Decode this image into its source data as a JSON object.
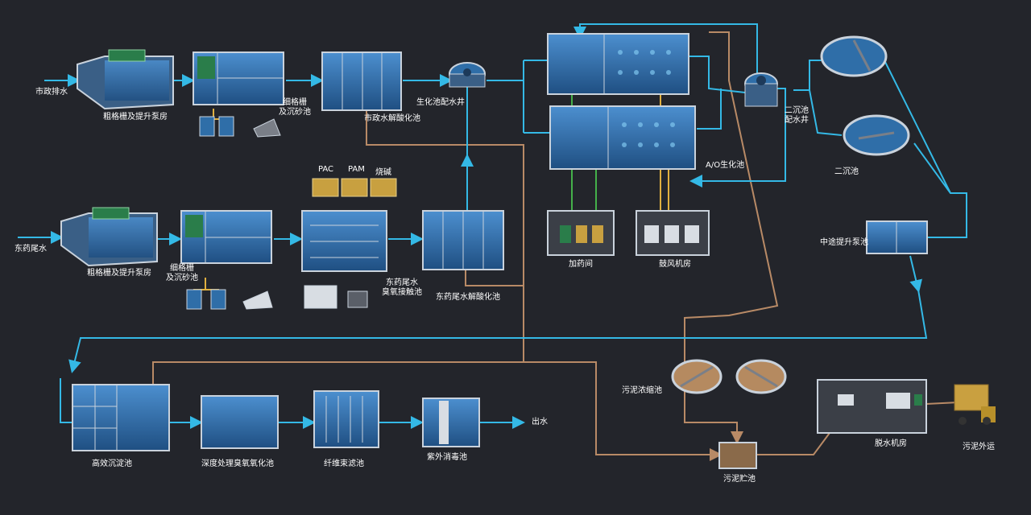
{
  "colors": {
    "background": "#23252b",
    "water_line": "#34b9e6",
    "sludge_line": "#b88a66",
    "chemical_line": "#44b04a",
    "air_line": "#e0b040",
    "tank_fill": "#2f6ea8",
    "tank_wall": "#c9d2dc"
  },
  "labels": {
    "municipal_inflow": "市政排水",
    "coarse_screen_1": "粗格栅及提升泵房",
    "fine_screen_1": "细格栅\n及沉砂池",
    "municipal_hydrolysis": "市政水解酸化池",
    "bio_distribution_well": "生化池配水井",
    "ao_tank": "A/O生化池",
    "dosing_room": "加药间",
    "blower_room": "鼓风机房",
    "secondary_well": "二沉池\n配水井",
    "secondary_clarifier": "二沉池",
    "intermediate_pump": "中途提升泵池",
    "pharma_inflow": "东药尾水",
    "coarse_screen_2": "粗格栅及提升泵房",
    "fine_screen_2": "细格栅\n及沉砂池",
    "ozone_contact": "东药尾水\n臭氧接触池",
    "pharma_hydrolysis": "东药尾水解酸化池",
    "chem_pac": "PAC",
    "chem_pam": "PAM",
    "chem_naoh": "烧碱",
    "high_eff_settling": "高效沉淀池",
    "deep_ozone": "深度处理臭氧氧化池",
    "fiber_filter": "纤维束滤池",
    "uv_disinfection": "紫外消毒池",
    "outflow": "出水",
    "sludge_thickener": "污泥浓缩池",
    "sludge_storage": "污泥贮池",
    "dewatering_room": "脱水机房",
    "sludge_export": "污泥外运"
  }
}
